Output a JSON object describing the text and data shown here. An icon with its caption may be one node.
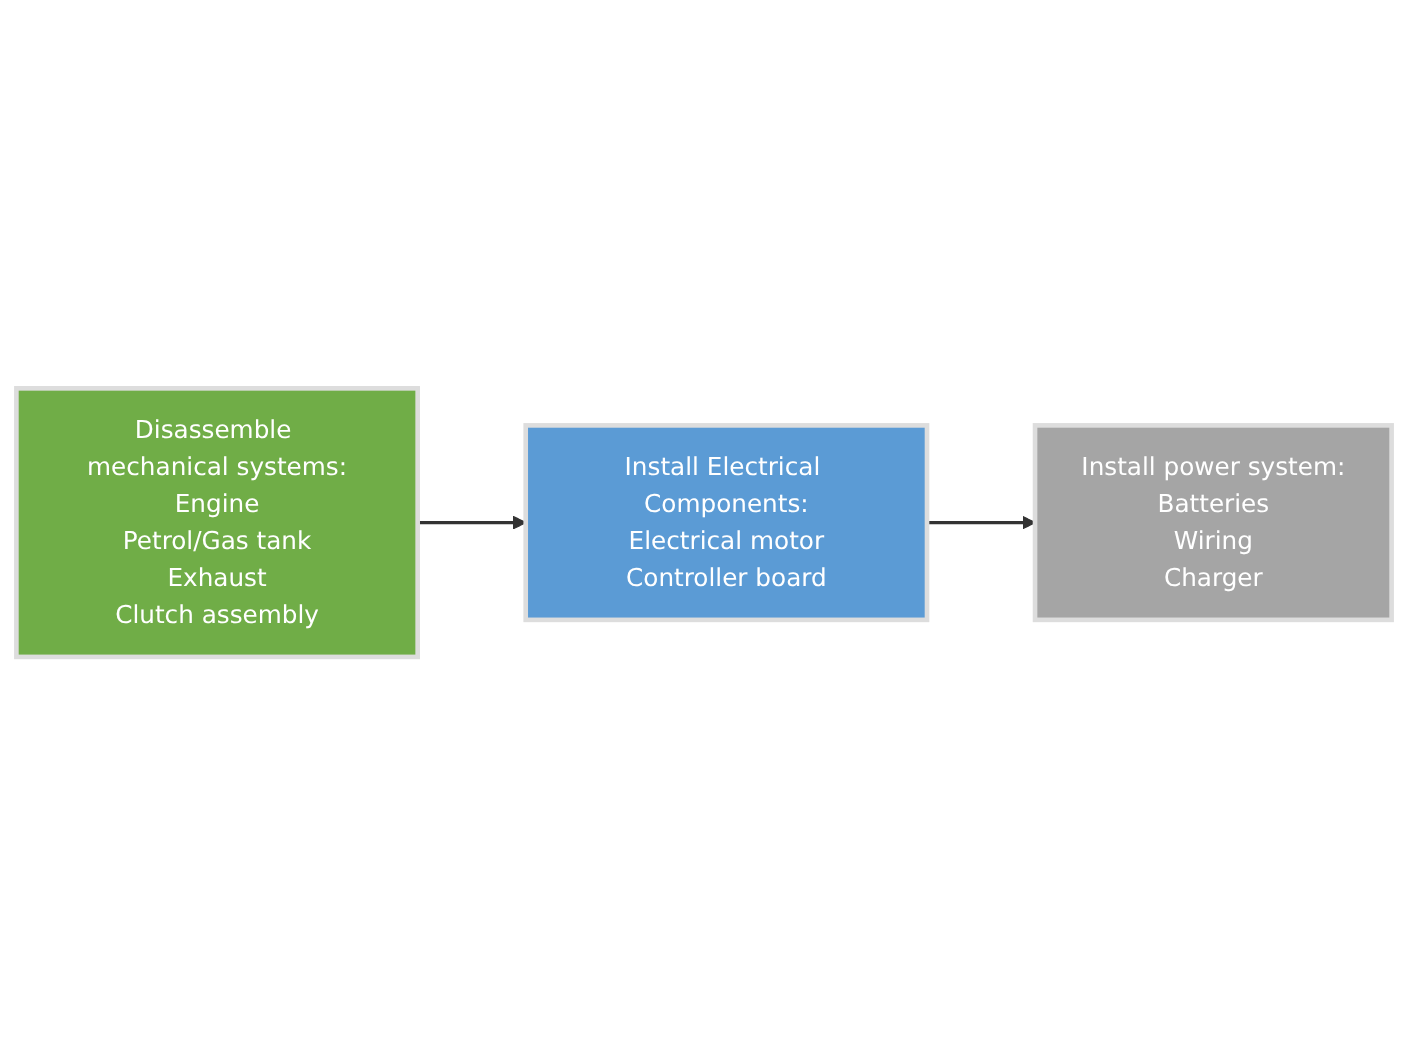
{
  "diagram": {
    "nodes": [
      {
        "text": [
          "Disassemble mechanical systems:",
          "Engine",
          "Petrol/Gas tank",
          "Exhaust",
          "Clutch assembly"
        ]
      },
      {
        "text": [
          "Install Electrical Components:",
          "Electrical motor",
          "Controller board"
        ]
      },
      {
        "text": [
          "Install power system:",
          "Batteries",
          "Wiring",
          "Charger"
        ]
      }
    ],
    "edges": [
      {
        "from": 0,
        "to": 1,
        "arrow": "to"
      },
      {
        "from": 1,
        "to": 2,
        "arrow": "to"
      }
    ]
  }
}
